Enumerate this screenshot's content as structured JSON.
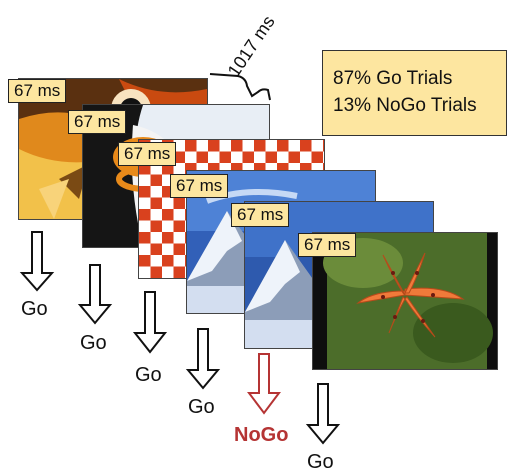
{
  "timing_label": "1017 ms",
  "info": {
    "line1": "87% Go Trials",
    "line2": "13% NoGo Trials"
  },
  "trials": [
    {
      "duration": "67 ms",
      "response": "Go"
    },
    {
      "duration": "67 ms",
      "response": "Go"
    },
    {
      "duration": "67 ms",
      "response": "Go"
    },
    {
      "duration": "67 ms",
      "response": "Go"
    },
    {
      "duration": "67 ms",
      "response": "NoGo"
    },
    {
      "duration": "67 ms",
      "response": "Go"
    }
  ],
  "colors": {
    "tag_fill": "#fde6a0",
    "nogo": "#b53434",
    "checker_red": "#d9411e"
  }
}
